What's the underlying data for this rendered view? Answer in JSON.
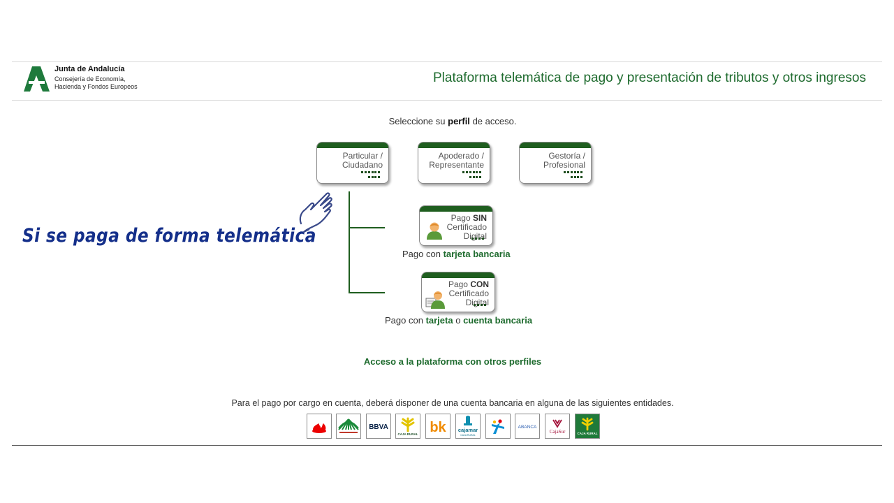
{
  "header": {
    "org_name": "Junta de Andalucía",
    "org_dept_line1": "Consejería de Economía,",
    "org_dept_line2": "Hacienda y Fondos Europeos",
    "platform_title": "Plataforma telemática de pago y presentación de tributos y otros ingresos"
  },
  "prompt": {
    "before": "Seleccione su",
    "bold": "perfil",
    "after": "de acceso."
  },
  "profiles": [
    {
      "line1": "Particular /",
      "line2": "Ciudadano"
    },
    {
      "line1": "Apoderado /",
      "line2": "Representante"
    },
    {
      "line1": "Gestoría /",
      "line2": "Profesional"
    }
  ],
  "payment_options": {
    "sin": {
      "title_prefix": "Pago",
      "title_bold": "SIN",
      "line2": "Certificado",
      "line3": "Digital",
      "label_prefix": "Pago con",
      "label_bold": "tarjeta bancaria"
    },
    "con": {
      "title_prefix": "Pago",
      "title_bold": "CON",
      "line2": "Certificado",
      "line3": "Digital",
      "label_prefix": "Pago con",
      "label_bold1": "tarjeta",
      "label_mid": "o",
      "label_bold2": "cuenta bancaria"
    }
  },
  "annotation": "Si se paga de forma telemática",
  "other_profiles_link": "Acceso a la plataforma con otros perfiles",
  "banks": {
    "intro": "Para el pago por cargo en cuenta, deberá disponer de una cuenta bancaria en alguna de las siguientes entidades.",
    "logos": [
      {
        "name": "santander",
        "color": "#ec0000"
      },
      {
        "name": "unicaja",
        "color": "#1b8a3a"
      },
      {
        "name": "bbva",
        "text": "BBVA",
        "color": "#072146"
      },
      {
        "name": "caja-rural-yellow",
        "text": "CAJA RURAL",
        "color": "#e3c400"
      },
      {
        "name": "kutxabank",
        "text": "bk",
        "color": "#f08a00"
      },
      {
        "name": "cajamar",
        "text": "cajamar",
        "color": "#0e8fb0"
      },
      {
        "name": "caixabank",
        "color": "#0a8fd4"
      },
      {
        "name": "abanca",
        "text": "ABANCA",
        "color": "#2a5db0"
      },
      {
        "name": "cajasur",
        "text": "CajaSur",
        "color": "#a3123a"
      },
      {
        "name": "caja-rural-green",
        "text": "CAJA RURAL",
        "color": "#1f7a3a"
      }
    ]
  }
}
